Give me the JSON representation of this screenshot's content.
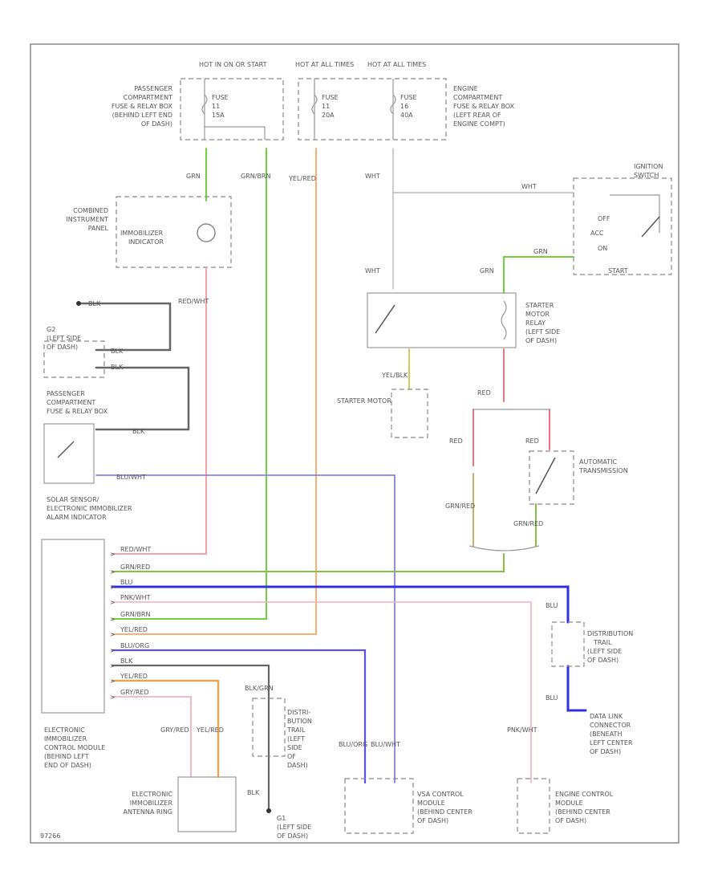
{
  "fuse_boxes": {
    "hot_on": "HOT IN ON OR START",
    "hot_at_1": "HOT AT ALL TIMES",
    "hot_at_2": "HOT AT ALL TIMES",
    "fuse1": [
      "FUSE",
      "11",
      "15A"
    ],
    "fuse2": [
      "FUSE",
      "11",
      "20A"
    ],
    "fuse3": [
      "FUSE",
      "16",
      "40A"
    ],
    "passenger_box": [
      "PASSENGER",
      "COMPARTMENT",
      "FUSE & RELAY BOX",
      "(BEHIND LEFT END",
      "OF DASH)"
    ],
    "engine_box": [
      "ENGINE",
      "COMPARTMENT",
      "FUSE & RELAY BOX",
      "(LEFT REAR OF",
      "ENGINE COMPT)"
    ]
  },
  "ignition": {
    "title": [
      "IGNITION",
      "SWITCH"
    ],
    "wht": "WHT",
    "off": "OFF",
    "acc": "ACC",
    "on": "ON",
    "start": "START",
    "grn": "GRN"
  },
  "instrument_panel": {
    "label": [
      "COMBINED",
      "INSTRUMENT",
      "PANEL"
    ],
    "indicator": [
      "IMMOBILIZER",
      "INDICATOR"
    ]
  },
  "ground_g2": {
    "blk": "BLK",
    "label": [
      "G2",
      "(LEFT SIDE",
      "OF DASH)"
    ],
    "blk2": "BLK",
    "blk3": "BLK"
  },
  "passenger_fuse2": [
    "PASSENGER",
    "COMPARTMENT",
    "FUSE & RELAY BOX"
  ],
  "solar": [
    "SOLAR SENSOR/",
    "ELECTRONIC IMMOBILIZER",
    "ALARM INDICATOR"
  ],
  "starter_relay": [
    "STARTER",
    "MOTOR",
    "RELAY",
    "(LEFT SIDE",
    "OF DASH)"
  ],
  "starter_motor": "STARTER MOTOR",
  "at_switch": [
    "AUTOMATIC",
    "TRANSMISSION"
  ],
  "distribution": [
    "DISTRIBUTION",
    "TRAIL",
    "(LEFT SIDE",
    "OF DASH)"
  ],
  "dlc": [
    "DATA LINK",
    "CONNECTOR",
    "(BENEATH",
    "LEFT CENTER",
    "OF DASH)"
  ],
  "ecm_immob": [
    "ELECTRONIC",
    "IMMOBILIZER",
    "CONTROL MODULE",
    "(BEHIND LEFT",
    "END OF DASH)"
  ],
  "antenna": [
    "ELECTRONIC",
    "IMMOBILIZER",
    "ANTENNA RING"
  ],
  "distrib2": [
    "DISTRI-",
    "BUTION",
    "TRAIL",
    "(LEFT",
    "SIDE",
    "OF",
    "DASH)"
  ],
  "g1": [
    "G1",
    "(LEFT SIDE",
    "OF DASH)"
  ],
  "vsa": [
    "VSA CONTROL",
    "MODULE",
    "(BEHIND CENTER",
    "OF DASH)"
  ],
  "ecm": [
    "ENGINE CONTROL",
    "MODULE",
    "(BEHIND CENTER",
    "OF DASH)"
  ],
  "wire_labels": {
    "grn": "GRN",
    "grn_brn": "GRN/BRN",
    "yel_red": "YEL/RED",
    "red_wht": "RED/WHT",
    "red": "RED",
    "grn_red": "GRN/RED",
    "yel_blk": "YEL/BLK",
    "blu_wht": "BLU/WHT",
    "blu": "BLU",
    "blk_grn": "BLK/GRN",
    "blk": "BLK",
    "pnk_wht": "PNK/WHT",
    "grn_red_2": "GRN/RED",
    "blu_org": "BLU/ORG",
    "grn_yel": "GRY/RED",
    "wht": "WHT"
  },
  "pin_rows": [
    {
      "label": "RED/WHT",
      "color": "#f4a0a8"
    },
    {
      "label": "GRN/RED",
      "color": "#88c040"
    },
    {
      "label": "BLU",
      "color": "#3030e0"
    },
    {
      "label": "PNK/WHT",
      "color": "#f4b0bc"
    },
    {
      "label": "GRN/BRN",
      "color": "#70d040"
    },
    {
      "label": "YEL/RED",
      "color": "#f8b070"
    },
    {
      "label": "BLU/ORG",
      "color": "#6050e0"
    },
    {
      "label": "BLK",
      "color": "#666666"
    },
    {
      "label": "YEL/RED",
      "color": "#f8a040"
    },
    {
      "label": "GRY/RED",
      "color": "#f0a8b0"
    }
  ],
  "figure_id": "97266"
}
